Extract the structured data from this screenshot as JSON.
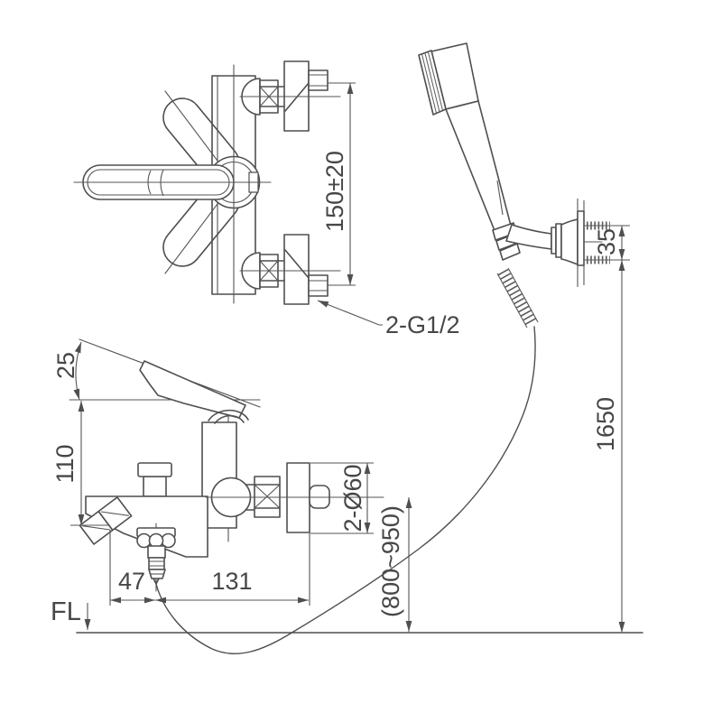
{
  "colors": {
    "line": "#4f4f4f",
    "text": "#474747",
    "background": "#ffffff"
  },
  "labels": {
    "inlet_spacing": "150±20",
    "thread": "2-G1/2",
    "handle_angle": "25",
    "body_height": "110",
    "spout_offset": "47",
    "wall_offset": "131",
    "flange": "2-Ø60",
    "install_height": "(800~950)",
    "bracket_height": "1650",
    "screw_spacing": "35",
    "floor": "FL"
  }
}
